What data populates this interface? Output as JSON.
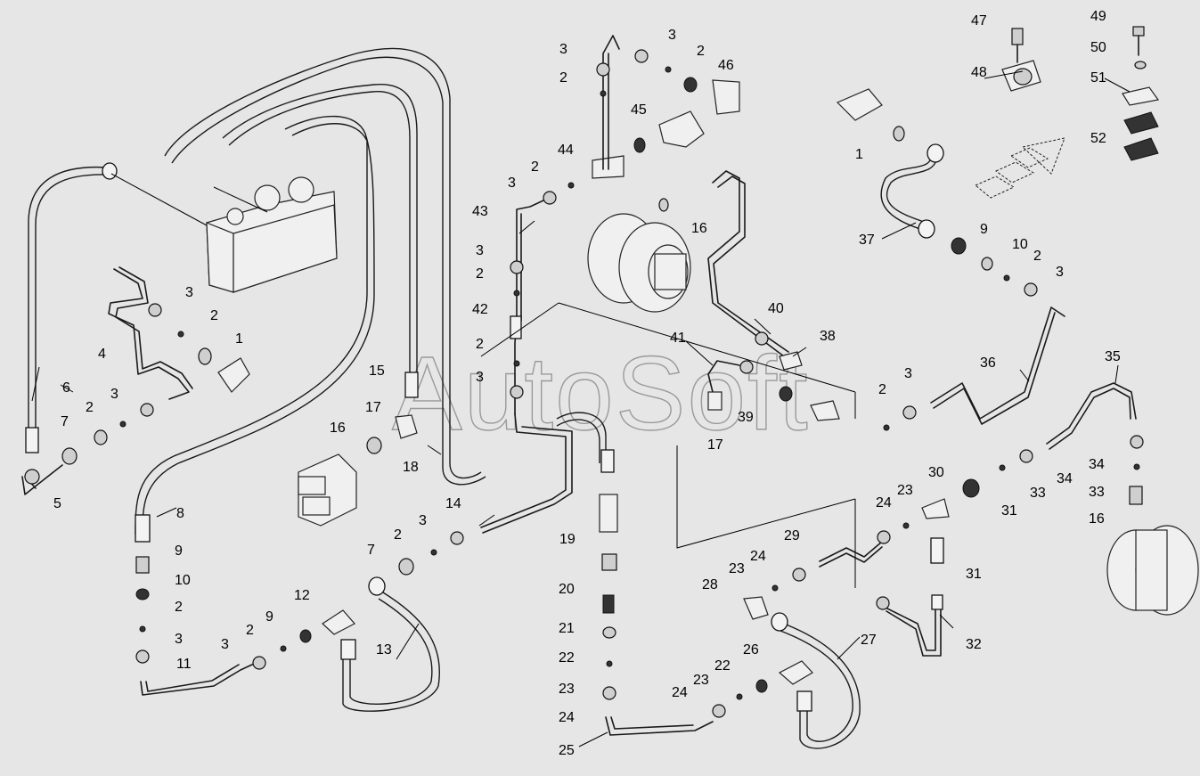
{
  "watermark": "AutoSoft",
  "callouts": [
    "1",
    "2",
    "3",
    "4",
    "5",
    "6",
    "7",
    "8",
    "9",
    "10",
    "11",
    "12",
    "13",
    "14",
    "15",
    "16",
    "17",
    "18",
    "19",
    "20",
    "21",
    "22",
    "23",
    "24",
    "25",
    "26",
    "27",
    "28",
    "29",
    "30",
    "31",
    "32",
    "33",
    "34",
    "35",
    "36",
    "37",
    "38",
    "39",
    "40",
    "41",
    "42",
    "43",
    "44",
    "45",
    "46",
    "47",
    "48",
    "49",
    "50",
    "51",
    "52"
  ]
}
